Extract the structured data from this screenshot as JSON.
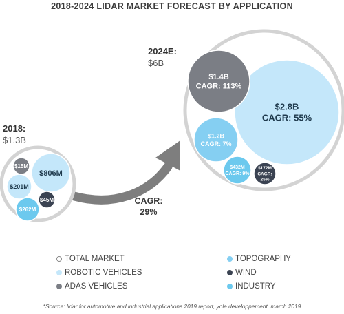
{
  "title": "2018-2024 LIDAR MARKET FORECAST BY APPLICATION",
  "source": "*Source: lidar for automotive and industrial applications 2019 report, yole developpement, march 2019",
  "colors": {
    "total": "#ffffff",
    "robotic": "#c4e7fa",
    "adas": "#7b7e85",
    "topography": "#85cff2",
    "wind": "#3b4352",
    "industry": "#6cc9ee",
    "ring": "#d3d3d3",
    "arrow": "#7e7e7e"
  },
  "cagr_note": {
    "label": "CAGR:",
    "value": "29%"
  },
  "chart_data": {
    "type": "bubble",
    "title": "2018-2024 LIDAR MARKET FORECAST BY APPLICATION",
    "groups": [
      {
        "year_label": "2018:",
        "total_label": "$1.3B",
        "total_value_musd": 1300,
        "bubbles": [
          {
            "category": "ROBOTIC VEHICLES",
            "label": "$806M",
            "value_musd": 806,
            "color_key": "robotic"
          },
          {
            "category": "ROBOTIC VEHICLES",
            "label": "$201M",
            "value_musd": 201,
            "color_key": "robotic"
          },
          {
            "category": "INDUSTRY",
            "label": "$262M",
            "value_musd": 262,
            "color_key": "industry"
          },
          {
            "category": "WIND",
            "label": "$45M",
            "value_musd": 45,
            "color_key": "wind"
          },
          {
            "category": "ADAS VEHICLES",
            "label": "$15M",
            "value_musd": 15,
            "color_key": "adas"
          }
        ]
      },
      {
        "year_label": "2024E:",
        "total_label": "$6B",
        "total_value_musd": 6000,
        "bubbles": [
          {
            "category": "ROBOTIC VEHICLES",
            "label": "$2.8B",
            "cagr": "CAGR: 55%",
            "value_musd": 2800,
            "color_key": "robotic"
          },
          {
            "category": "ADAS VEHICLES",
            "label": "$1.4B",
            "cagr": "CAGR: 113%",
            "value_musd": 1400,
            "color_key": "adas"
          },
          {
            "category": "TOPOGRAPHY",
            "label": "$1.2B",
            "cagr": "CAGR: 7%",
            "value_musd": 1200,
            "color_key": "topography"
          },
          {
            "category": "INDUSTRY",
            "label": "$432M",
            "cagr": "CAGR: 9%",
            "value_musd": 432,
            "color_key": "industry"
          },
          {
            "category": "WIND",
            "label": "$172M",
            "cagr": "CAGR: 25%",
            "value_musd": 172,
            "color_key": "wind"
          }
        ]
      }
    ],
    "legend": [
      {
        "label": "TOTAL MARKET",
        "color_key": "total"
      },
      {
        "label": "ROBOTIC VEHICLES",
        "color_key": "robotic"
      },
      {
        "label": "ADAS VEHICLES",
        "color_key": "adas"
      },
      {
        "label": "TOPOGRAPHY",
        "color_key": "topography"
      },
      {
        "label": "WIND",
        "color_key": "wind"
      },
      {
        "label": "INDUSTRY",
        "color_key": "industry"
      }
    ]
  }
}
